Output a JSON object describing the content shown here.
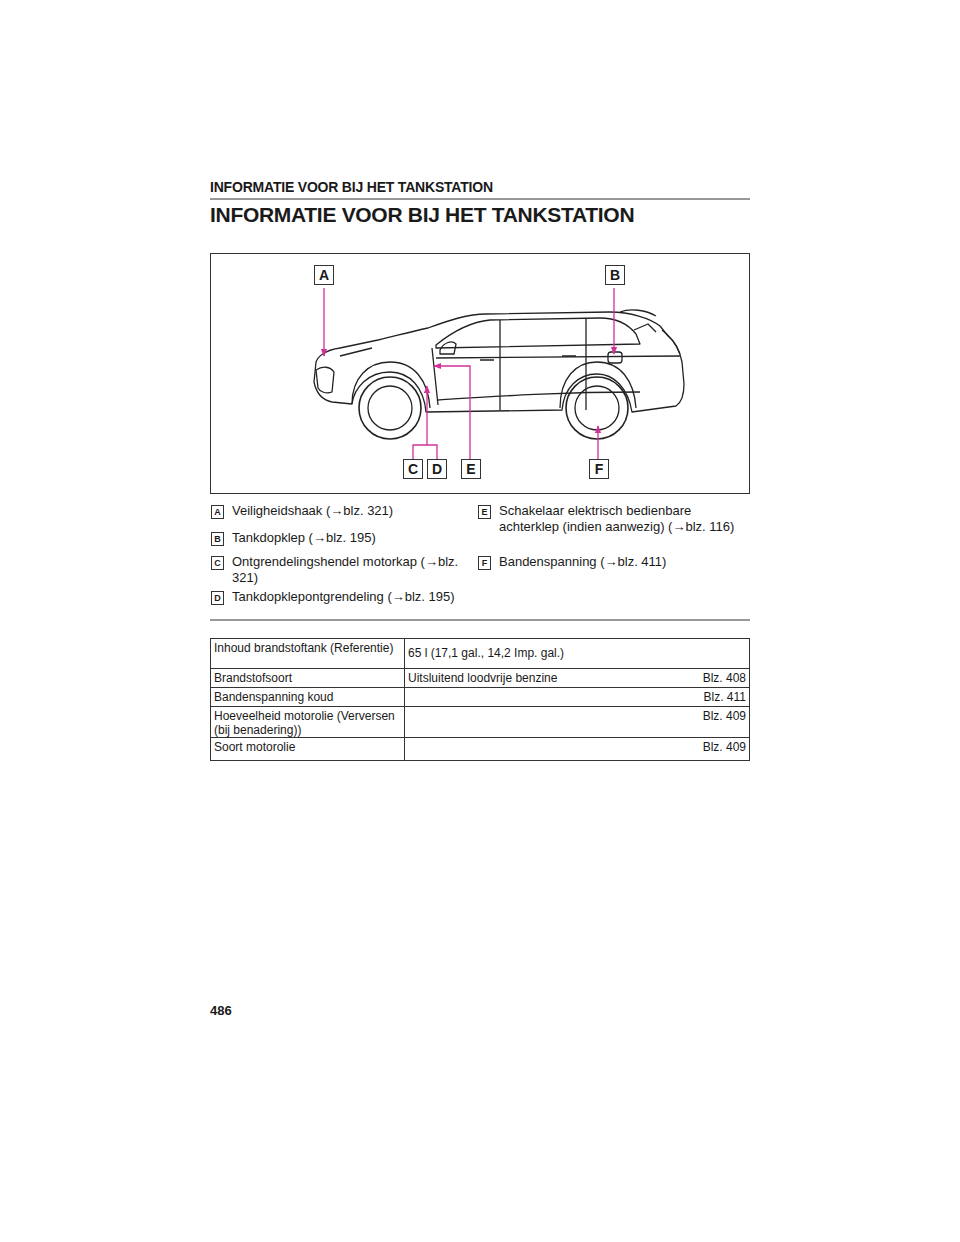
{
  "diagram": {
    "title": "INFORMATIE VOOR BIJ HET TANKSTATION",
    "labels": [
      "INFORMATIE VOOR BIJ HET TANKSTATION",
      "A",
      "B",
      "C",
      "D",
      "E",
      "F",
      "A",
      "Veiligheidshaak (→blz. 321)",
      "B",
      "Tankdopklep (→blz. 195)",
      "C",
      "Ontgrendelingshendel motorkap (→blz. 321)",
      "D",
      "Tankdopklepontgrendeling (→blz. 195)",
      "E",
      "Schakelaar elektrisch bedienbare achterklep (indien aanwezig) (→blz. 116)",
      "F",
      "Bandenspanning (→blz. 411)",
      "Inhoud brandstoftank (Referentie)",
      "65 l (17,1 gal., 14,2 Imp. gal.)",
      "Brandstofsoort",
      "Uitsluitend loodvrije benzine",
      "Blz. 408",
      "Bandenspanning koud",
      "Blz. 411",
      "Hoeveelheid motorolie (Verversen (bij benadering))",
      "Blz. 409",
      "Soort motorolie",
      "Blz. 409",
      "486"
    ]
  }
}
